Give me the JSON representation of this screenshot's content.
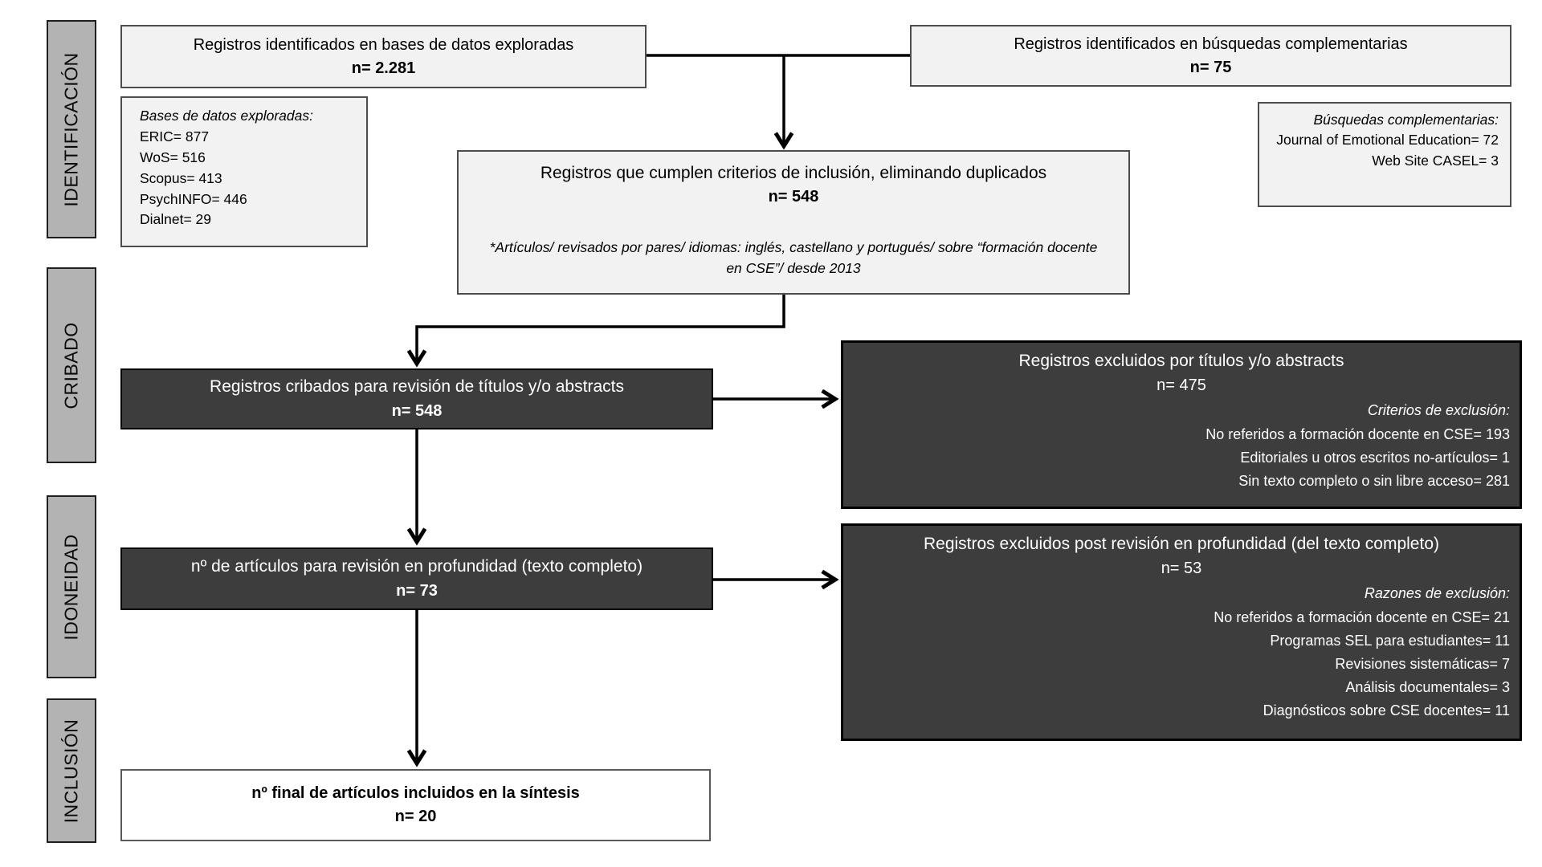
{
  "sidebar": {
    "stages": [
      {
        "label": "IDENTIFICACIÓN"
      },
      {
        "label": "CRIBADO"
      },
      {
        "label": "IDONEIDAD"
      },
      {
        "label": "INCLUSIÓN"
      }
    ]
  },
  "boxes": {
    "identified_databases": {
      "title": "Registros identificados en bases de datos exploradas",
      "n": "n= 2.281"
    },
    "identified_complementary": {
      "title": "Registros identificados en búsquedas complementarias",
      "n": "n= 75"
    },
    "databases_detail": {
      "header": "Bases de datos exploradas:",
      "items": [
        "ERIC= 877",
        "WoS= 516",
        "Scopus= 413",
        "PsychINFO= 446",
        "Dialnet= 29"
      ]
    },
    "complementary_detail": {
      "header": "Búsquedas complementarias:",
      "items": [
        "Journal of Emotional Education= 72",
        "Web Site CASEL= 3"
      ]
    },
    "inclusion_criteria": {
      "title": "Registros que cumplen criterios de inclusión, eliminando duplicados",
      "n": "n= 548",
      "note": "*Artículos/ revisados por pares/ idiomas: inglés, castellano y portugués/ sobre “formación docente en CSE”/ desde 2013"
    },
    "screened": {
      "title": "Registros cribados para revisión de títulos y/o abstracts",
      "n": "n= 548"
    },
    "excluded_titles": {
      "title": "Registros excluidos por títulos y/o abstracts",
      "n": "n= 475",
      "criteria_header": "Criterios de exclusión:",
      "items": [
        "No referidos a formación docente en CSE= 193",
        "Editoriales u otros escritos no-artículos= 1",
        "Sin texto completo o sin libre acceso= 281"
      ]
    },
    "fulltext_review": {
      "title": "nº de artículos para revisión en profundidad (texto completo)",
      "n": "n= 73"
    },
    "excluded_fulltext": {
      "title": "Registros excluidos post revisión en profundidad (del texto completo)",
      "n": "n= 53",
      "criteria_header": "Razones de exclusión:",
      "items": [
        "No referidos a formación docente en CSE= 21",
        "Programas SEL para estudiantes= 11",
        "Revisiones sistemáticas= 7",
        "Análisis documentales= 3",
        "Diagnósticos sobre CSE docentes= 11"
      ]
    },
    "final_included": {
      "title": "nº final de artículos incluidos en la síntesis",
      "n": "n= 20"
    }
  },
  "colors": {
    "box_light": "#f2f2f2",
    "box_dark": "#3d3d3d",
    "sidebar_gray": "#b3b3b3",
    "border_dark": "#4d4d4d",
    "text_light": "#ffffff",
    "text_dark": "#000000"
  }
}
